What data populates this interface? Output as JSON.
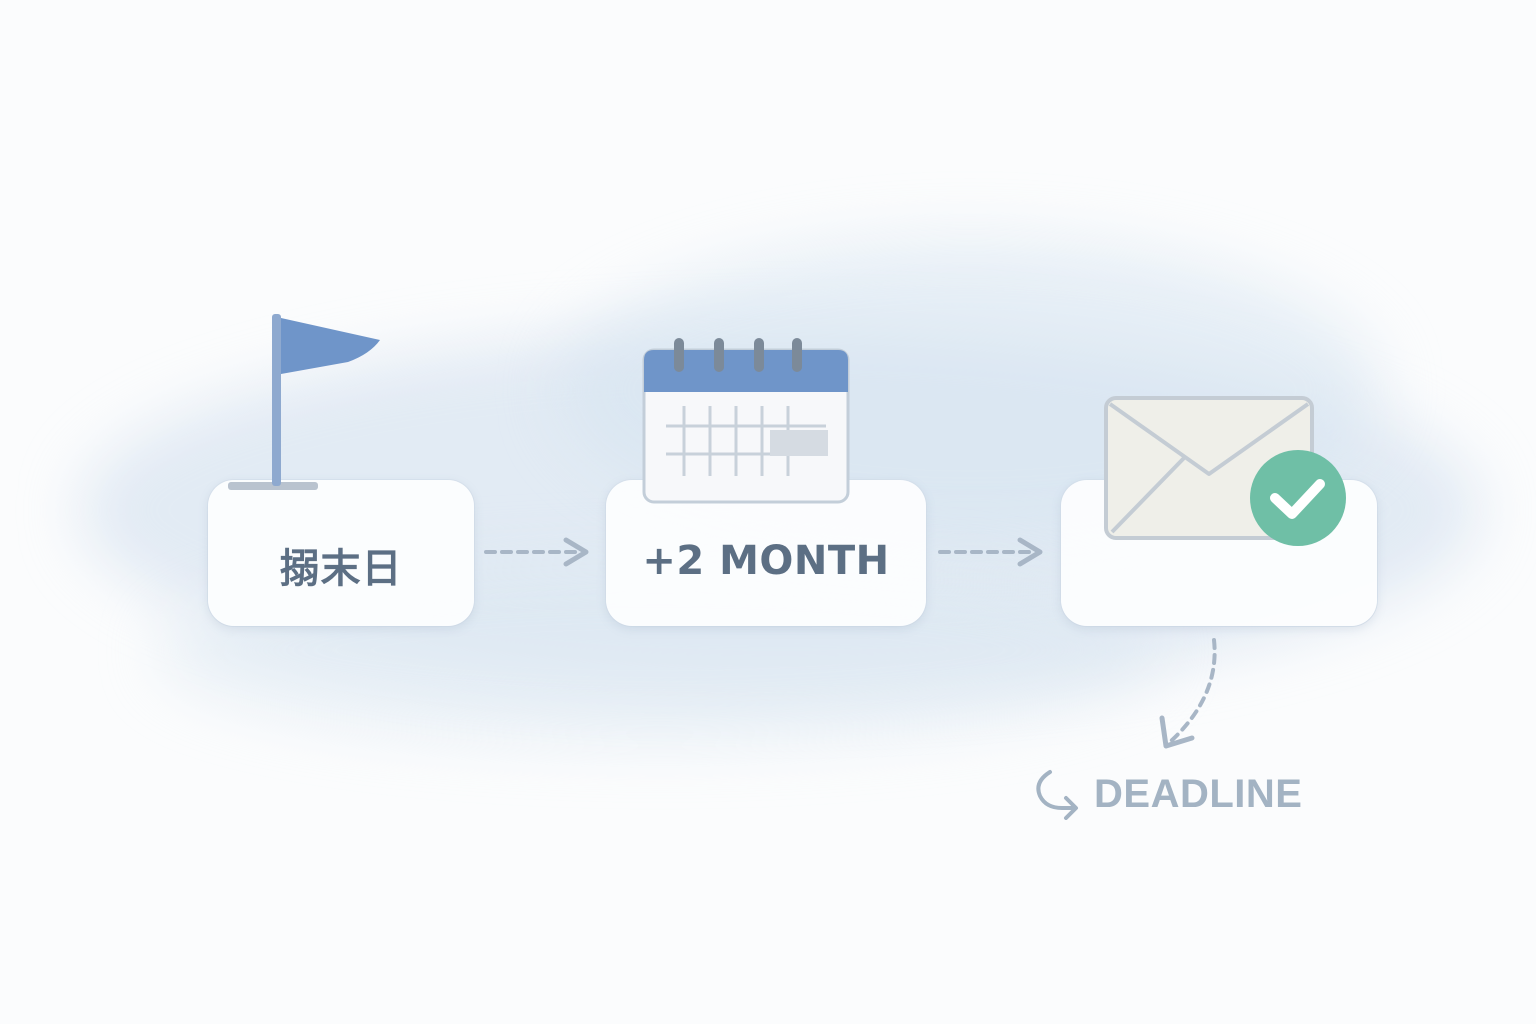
{
  "steps": [
    {
      "id": "start",
      "label": "搦末日",
      "icon": "flag-icon"
    },
    {
      "id": "offset",
      "label": "+2 MONTH",
      "icon": "calendar-icon"
    },
    {
      "id": "submit",
      "label": "",
      "icon": "envelope-check-icon"
    }
  ],
  "deadline": {
    "label": "DEADLINE",
    "icon": "curved-arrow-icon"
  },
  "colors": {
    "accent_blue": "#6f95c9",
    "check_green": "#6fbfa6",
    "text": "#5c6f84",
    "muted": "#a3b3c3",
    "arrow": "#a8b6c6"
  }
}
